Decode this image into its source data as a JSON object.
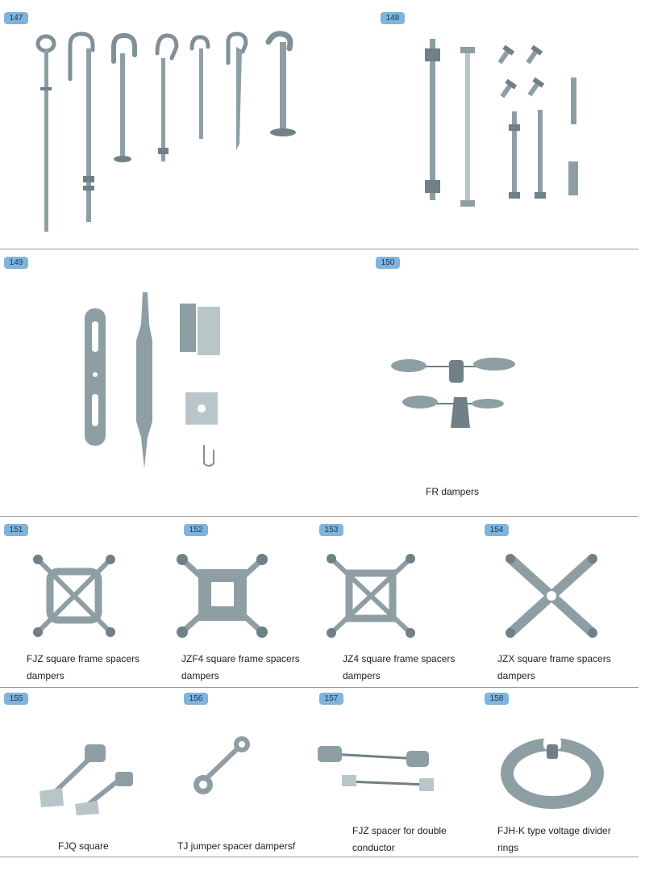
{
  "items": [
    {
      "number": "147",
      "caption": ""
    },
    {
      "number": "148",
      "caption": ""
    },
    {
      "number": "149",
      "caption": ""
    },
    {
      "number": "150",
      "caption": "FR dampers"
    },
    {
      "number": "151",
      "caption_line1": "FJZ square frame spacers",
      "caption_line2": "dampers"
    },
    {
      "number": "152",
      "caption_line1": "JZF4 square frame spacers",
      "caption_line2": "dampers"
    },
    {
      "number": "153",
      "caption_line1": "JZ4 square frame spacers",
      "caption_line2": "dampers"
    },
    {
      "number": "154",
      "caption_line1": "JZX square frame spacers",
      "caption_line2": "dampers"
    },
    {
      "number": "155",
      "caption": "FJQ square"
    },
    {
      "number": "156",
      "caption": "TJ jumper spacer dampersf"
    },
    {
      "number": "157",
      "caption_line1": "FJZ spacer for double",
      "caption_line2": "conductor"
    },
    {
      "number": "158",
      "caption_line1": "FJH-K type voltage divider",
      "caption_line2": "rings"
    }
  ],
  "colors": {
    "badge": "#7fb4dc",
    "metal": "#8e9fa4",
    "divider": "#9a9a9a"
  }
}
